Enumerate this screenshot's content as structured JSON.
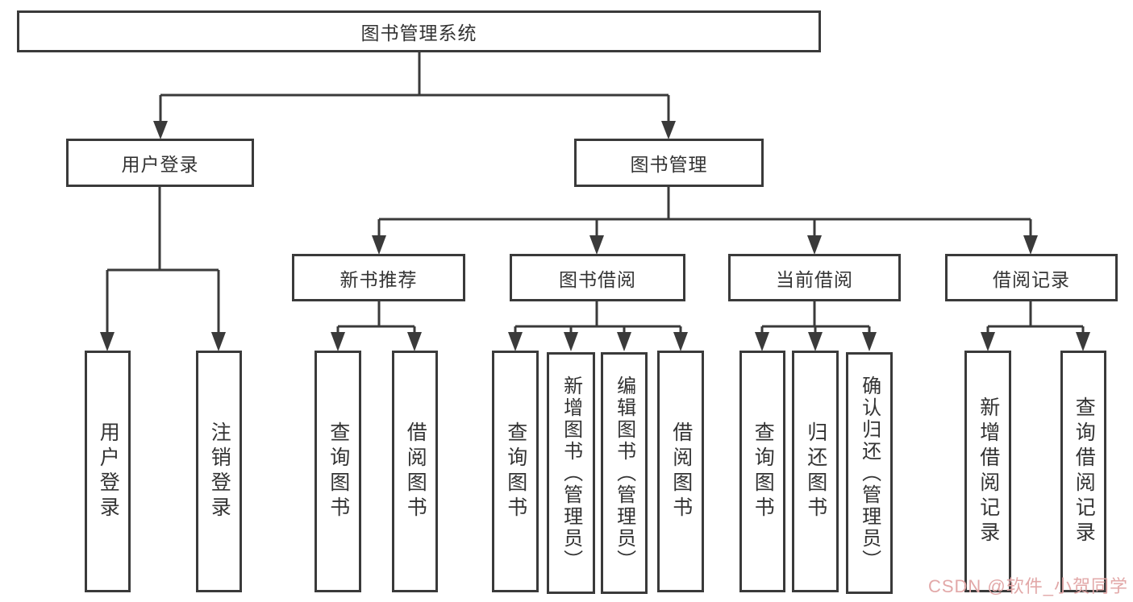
{
  "tree": {
    "label": "图书管理系统",
    "children": [
      {
        "label": "用户登录",
        "children": [
          {
            "label": "用户登录"
          },
          {
            "label": "注销登录"
          }
        ]
      },
      {
        "label": "图书管理",
        "children": [
          {
            "label": "新书推荐",
            "children": [
              {
                "label": "查询图书"
              },
              {
                "label": "借阅图书"
              }
            ]
          },
          {
            "label": "图书借阅",
            "children": [
              {
                "label": "查询图书"
              },
              {
                "label": "新增图书（管理员）"
              },
              {
                "label": "编辑图书（管理员）"
              },
              {
                "label": "借阅图书"
              }
            ]
          },
          {
            "label": "当前借阅",
            "children": [
              {
                "label": "查询图书"
              },
              {
                "label": "归还图书"
              },
              {
                "label": "确认归还（管理员）"
              }
            ]
          },
          {
            "label": "借阅记录",
            "children": [
              {
                "label": "新增借阅记录"
              },
              {
                "label": "查询借阅记录"
              }
            ]
          }
        ]
      }
    ]
  },
  "watermark": {
    "text": "CSDN @软件_小贺同学"
  },
  "colors": {
    "line": "#3a3a3a",
    "text": "#333333",
    "background": "#ffffff",
    "watermark": "#e2a8a8"
  }
}
